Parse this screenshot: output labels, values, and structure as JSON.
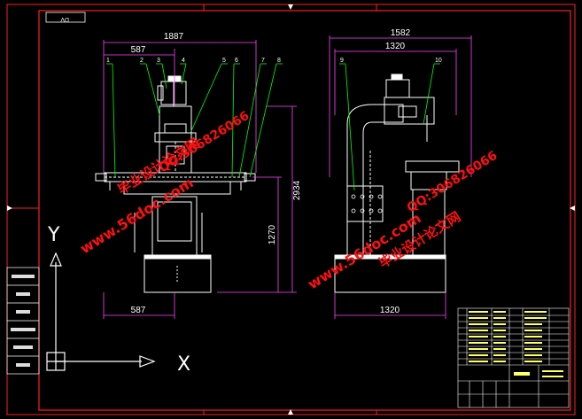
{
  "drawing": {
    "view_tag": "DV",
    "front_view": {
      "dims": {
        "overall_width": "1887",
        "left_offset": "587",
        "bottom_width": "587",
        "height_total": "2934",
        "height_mid": "1270"
      },
      "balloons": [
        "1",
        "2",
        "3",
        "4",
        "5",
        "6",
        "7",
        "8"
      ]
    },
    "side_view": {
      "dims": {
        "overall_width": "1582",
        "inner_width": "1320",
        "bottom_width": "1320"
      },
      "balloons": [
        "9",
        "10"
      ]
    },
    "axes": {
      "y": "Y",
      "x": "X"
    },
    "watermarks": {
      "site": "www.56doc.com",
      "qq": "QQ:306826066",
      "brand": "毕业设计论文网"
    },
    "colors": {
      "background": "#000000",
      "frame": "#ff2020",
      "outline": "#ffffff",
      "leader": "#00ff00",
      "dimension": "#ff44ff",
      "watermark": "#ff1010"
    }
  }
}
